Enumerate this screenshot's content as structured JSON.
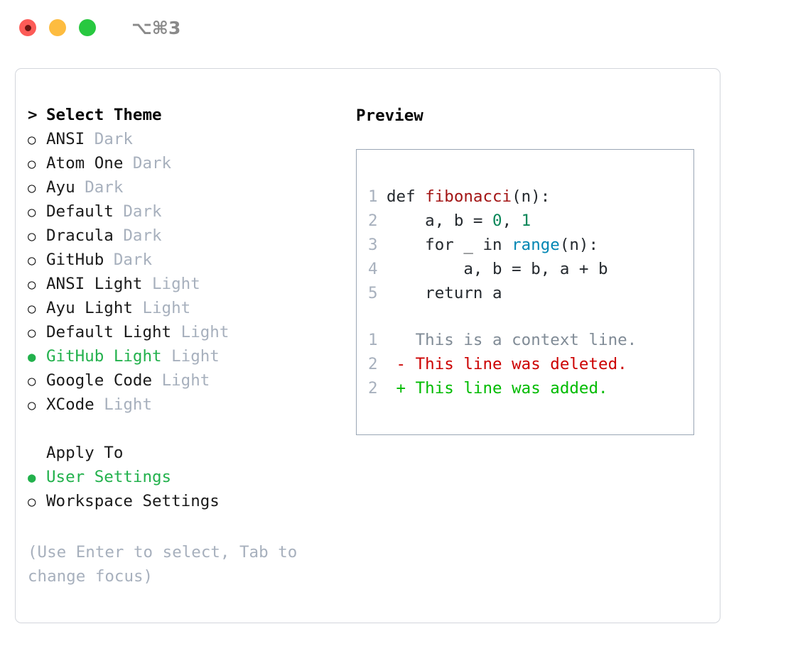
{
  "titlebar": {
    "shortcut": "⌥⌘3",
    "lights": [
      "close",
      "minimize",
      "maximize"
    ]
  },
  "theme_picker": {
    "prompt": ">",
    "header": "Select Theme",
    "bullet_on": "●",
    "bullet_off": "○",
    "items": [
      {
        "name": "ANSI",
        "tag": "Dark",
        "selected": false
      },
      {
        "name": "Atom One",
        "tag": "Dark",
        "selected": false
      },
      {
        "name": "Ayu",
        "tag": "Dark",
        "selected": false
      },
      {
        "name": "Default",
        "tag": "Dark",
        "selected": false
      },
      {
        "name": "Dracula",
        "tag": "Dark",
        "selected": false
      },
      {
        "name": "GitHub",
        "tag": "Dark",
        "selected": false
      },
      {
        "name": "ANSI Light",
        "tag": "Light",
        "selected": false
      },
      {
        "name": "Ayu Light",
        "tag": "Light",
        "selected": false
      },
      {
        "name": "Default Light",
        "tag": "Light",
        "selected": false
      },
      {
        "name": "GitHub Light",
        "tag": "Light",
        "selected": true
      },
      {
        "name": "Google Code",
        "tag": "Light",
        "selected": false
      },
      {
        "name": "XCode",
        "tag": "Light",
        "selected": false
      }
    ]
  },
  "apply_to": {
    "header": "Apply To",
    "options": [
      {
        "name": "User Settings",
        "selected": true
      },
      {
        "name": "Workspace Settings",
        "selected": false
      }
    ]
  },
  "hint": "(Use Enter to select, Tab to change focus)",
  "preview": {
    "title": "Preview",
    "code_lines": [
      {
        "n": "1",
        "tokens": [
          {
            "t": "def ",
            "c": "plain"
          },
          {
            "t": "fibonacci",
            "c": "func"
          },
          {
            "t": "(n):",
            "c": "plain"
          }
        ]
      },
      {
        "n": "2",
        "tokens": [
          {
            "t": "    a, b = ",
            "c": "plain"
          },
          {
            "t": "0",
            "c": "num"
          },
          {
            "t": ", ",
            "c": "plain"
          },
          {
            "t": "1",
            "c": "num"
          }
        ]
      },
      {
        "n": "3",
        "tokens": [
          {
            "t": "    for _ in ",
            "c": "plain"
          },
          {
            "t": "range",
            "c": "call"
          },
          {
            "t": "(n):",
            "c": "plain"
          }
        ]
      },
      {
        "n": "4",
        "tokens": [
          {
            "t": "        a, b = b, a + b",
            "c": "plain"
          }
        ]
      },
      {
        "n": "5",
        "tokens": [
          {
            "t": "    return a",
            "c": "plain"
          }
        ]
      }
    ],
    "diff_lines": [
      {
        "n": "1",
        "marker": "  ",
        "text": "This is a context line.",
        "kind": "ctx"
      },
      {
        "n": "2",
        "marker": "- ",
        "text": "This line was deleted.",
        "kind": "del"
      },
      {
        "n": "2",
        "marker": "+ ",
        "text": "This line was added.",
        "kind": "add"
      }
    ]
  },
  "colors": {
    "accent_green": "#22b14c",
    "muted_gray": "#a7b0bd",
    "diff_added": "#00bb00",
    "diff_deleted": "#cc0000",
    "syntax_function": "#a31515",
    "syntax_number": "#098658",
    "syntax_call": "#0086b3",
    "panel_border": "#d3d6dc",
    "code_border": "#9aa6b5"
  }
}
